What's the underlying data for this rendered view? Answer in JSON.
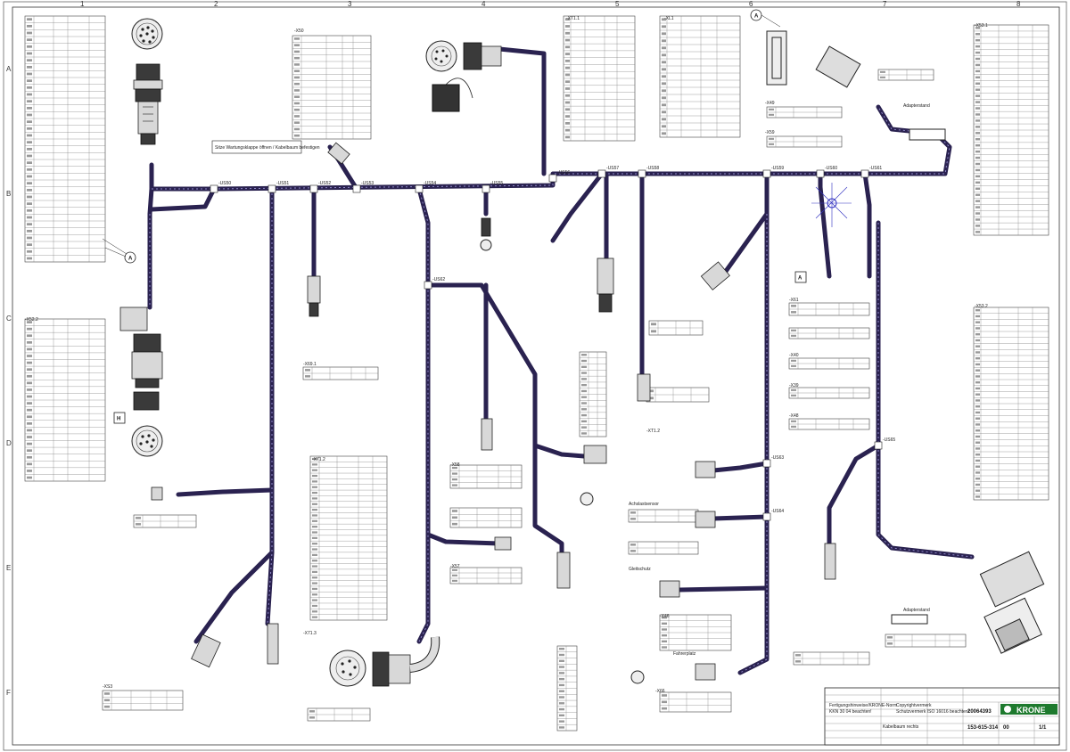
{
  "drawing": {
    "border_numbers_top": [
      "1",
      "2",
      "3",
      "4",
      "5",
      "6",
      "7",
      "8"
    ],
    "border_letters_side": [
      "A",
      "B",
      "C",
      "D",
      "E",
      "F"
    ],
    "callouts": {
      "a": "A",
      "h": "H"
    },
    "connectors": [
      "-X50",
      "-XT1.1",
      "-XL1",
      "-X69.1",
      "-X53.1",
      "-X53.2",
      "-X71.2",
      "-X58",
      "-X57",
      "-X49",
      "-X59",
      "-X61",
      "-X40",
      "-X39",
      "-X48",
      "-X71.3",
      "-XT1.2",
      "-XS3",
      "-X52.2",
      "-X46",
      "-X66"
    ],
    "splices": [
      "-US50",
      "-US51",
      "-US52",
      "-US53",
      "-US54",
      "-US55",
      "-US56",
      "-US57",
      "-US58",
      "-US59",
      "-US60",
      "-US61",
      "-US62",
      "-US63",
      "-US64",
      "-US65"
    ],
    "note_box": "Sitze Wartungsklappe öffnen / Kabelbaum befestigen",
    "tag_labels": [
      "Adapterstand",
      "Achslastsensor",
      "Gleitschutz",
      "Fahrerplatz"
    ]
  },
  "title_block": {
    "note_line_1": "Fertigungshinweise/KRONE-Norm",
    "note_line_2": "KKN 30 04 beachten!",
    "copyright_line_1": "Copyrightvermerk",
    "copyright_line_2": "Schutzvermerk ISO 16016 beachten!",
    "drawing_no": "20064393",
    "part_no": "153-615-314",
    "index": "00",
    "sheet": "1/1",
    "brand": "KRONE",
    "description": "Kabelbaum rechts"
  }
}
